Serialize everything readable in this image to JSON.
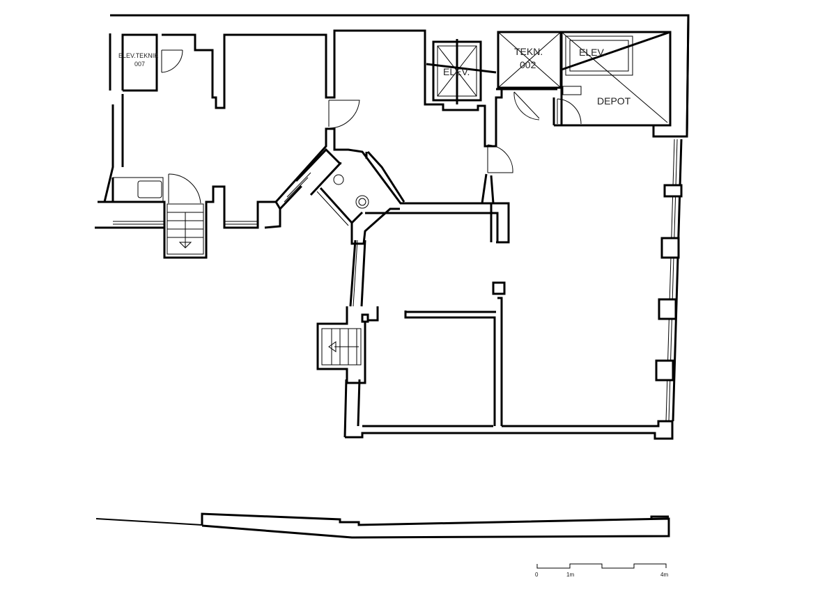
{
  "rooms": [
    {
      "id": "elev-teknik",
      "label": "ELEV.TEKNIK",
      "number": "007"
    },
    {
      "id": "elev-shaft",
      "label": "ELEV."
    },
    {
      "id": "tekn",
      "label": "TEKN.",
      "number": "002"
    },
    {
      "id": "elev-2",
      "label": "ELEV."
    },
    {
      "id": "depot",
      "label": "DEPOT"
    }
  ],
  "scale_bar": {
    "ticks": [
      "0",
      "1m",
      "4m"
    ]
  },
  "colors": {
    "line": "#000000",
    "background": "#ffffff",
    "text": "#222222"
  }
}
